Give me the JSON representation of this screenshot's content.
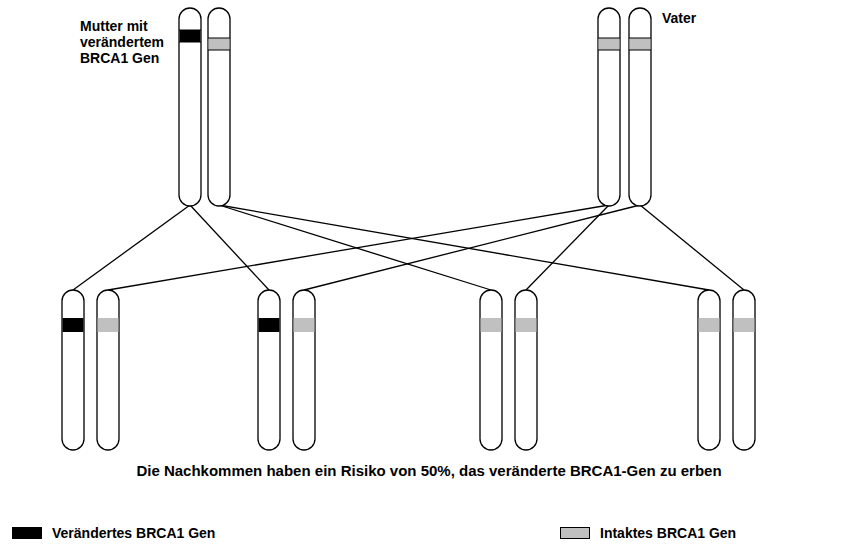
{
  "diagram": {
    "caption": "Die Nachkommen haben ein Risiko von 50%, das veränderte BRCA1-Gen zu erben",
    "labels": [
      "Mutter mit verändertem BRCA1 Gen",
      "Vater"
    ],
    "legend": [
      {
        "text": "Verändertes BRCA1 Gen",
        "color": "#000000"
      },
      {
        "text": "Intaktes BRCA1 Gen",
        "color": "#c0c0c0"
      }
    ]
  }
}
